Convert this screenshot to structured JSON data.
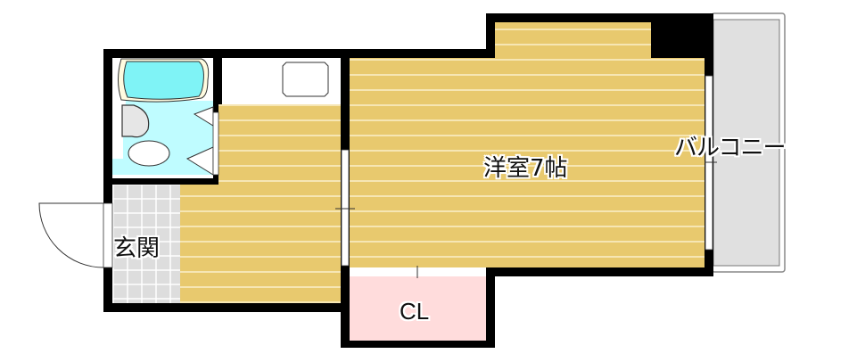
{
  "floor_plan": {
    "rooms": {
      "western_room": "洋室7帖",
      "balcony": "バルコニー",
      "entrance": "玄関",
      "closet": "CL"
    },
    "colors": {
      "wall": "#000000",
      "flooring": "#e8c96e",
      "flooring_stripe": "#f6e6b4",
      "bath_water": "#7ff3f6",
      "bath_floor": "#bffcff",
      "entrance_tile": "#dddddd",
      "balcony": "#e0e0e0",
      "closet": "#ffdcdc"
    }
  }
}
